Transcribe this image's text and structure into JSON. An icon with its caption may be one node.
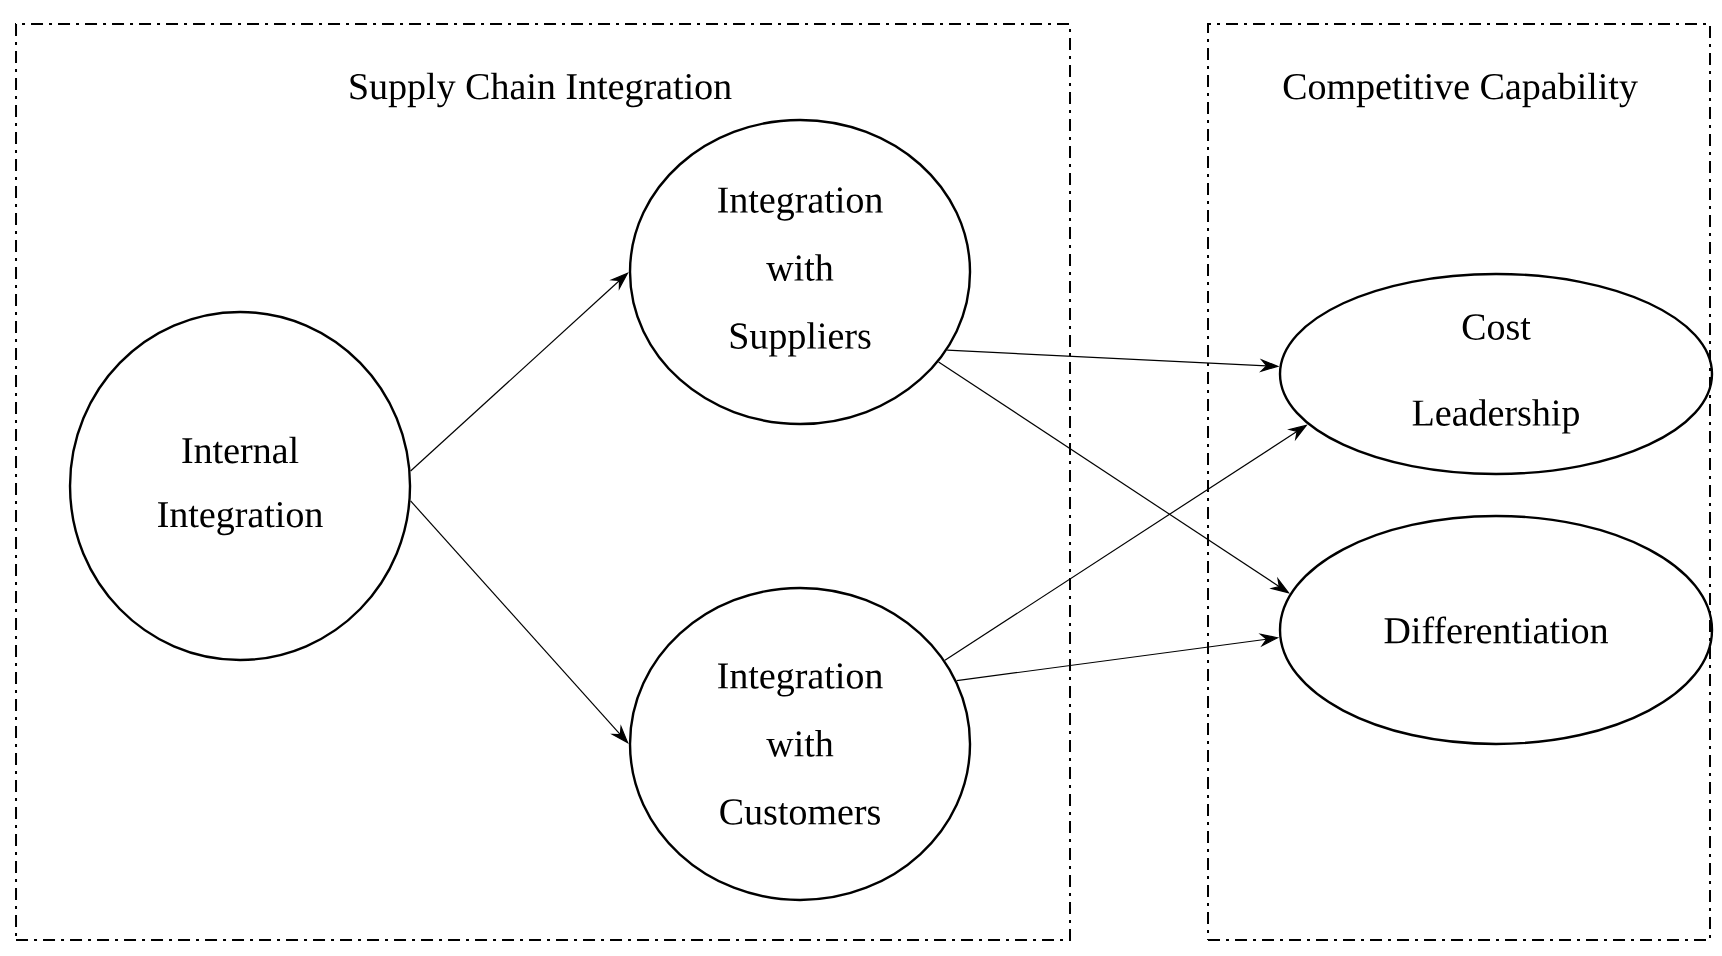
{
  "diagram": {
    "nodes": [
      {
        "text": [
          "Supply Chain Integration"
        ]
      },
      {
        "text": [
          "Competitive Capability"
        ]
      },
      {
        "text": [
          "Internal Integration"
        ],
        "in": 0
      },
      {
        "text": [
          "Integration with Suppliers"
        ],
        "in": 0
      },
      {
        "text": [
          "Integration with Customers"
        ],
        "in": 0
      },
      {
        "text": [
          "Cost Leadership"
        ],
        "in": 1
      },
      {
        "text": [
          "Differentiation"
        ],
        "in": 1
      }
    ],
    "edges": [
      {
        "from": 2,
        "to": 3,
        "arrow": "to"
      },
      {
        "from": 2,
        "to": 4,
        "arrow": "to"
      },
      {
        "from": 3,
        "to": 5,
        "arrow": "to"
      },
      {
        "from": 3,
        "to": 6,
        "arrow": "to"
      },
      {
        "from": 4,
        "to": 5,
        "arrow": "to"
      },
      {
        "from": 4,
        "to": 6,
        "arrow": "to"
      }
    ]
  }
}
